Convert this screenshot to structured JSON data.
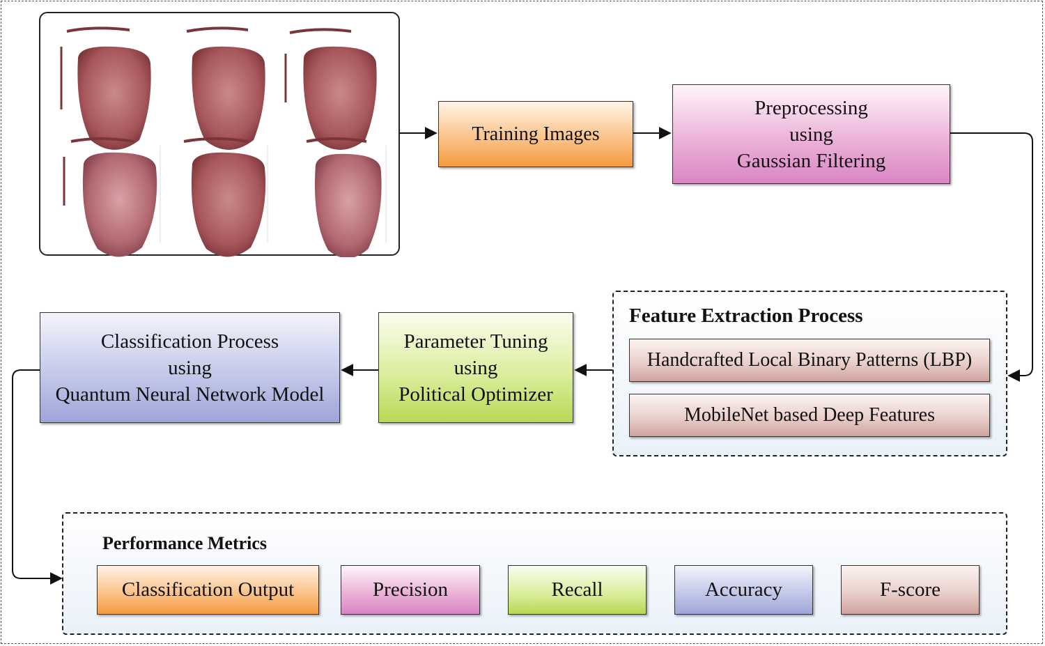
{
  "nodes": {
    "training_images": {
      "label": "Training Images"
    },
    "preprocessing": {
      "lines": [
        "Preprocessing",
        "using",
        "Gaussian Filtering"
      ]
    },
    "feature_extraction": {
      "title": "Feature Extraction Process",
      "items": [
        "Handcrafted Local Binary Patterns (LBP)",
        "MobileNet based Deep Features"
      ]
    },
    "parameter_tuning": {
      "lines": [
        "Parameter Tuning",
        "using",
        "Political Optimizer"
      ]
    },
    "classification": {
      "lines": [
        "Classification Process",
        "using",
        "Quantum Neural Network Model"
      ]
    },
    "performance_metrics": {
      "title": "Performance Metrics",
      "items": [
        "Classification Output",
        "Precision",
        "Recall",
        "Accuracy",
        "F-score"
      ]
    }
  },
  "colors": {
    "orange": "#f39a3e",
    "pink": "#d985c4",
    "blue": "#9ea5d9",
    "green": "#b7d955",
    "rose": "#cfa29c",
    "tongue": "#a8575c"
  },
  "image_panel": {
    "tile_count": 6,
    "content": "tongue-images"
  }
}
